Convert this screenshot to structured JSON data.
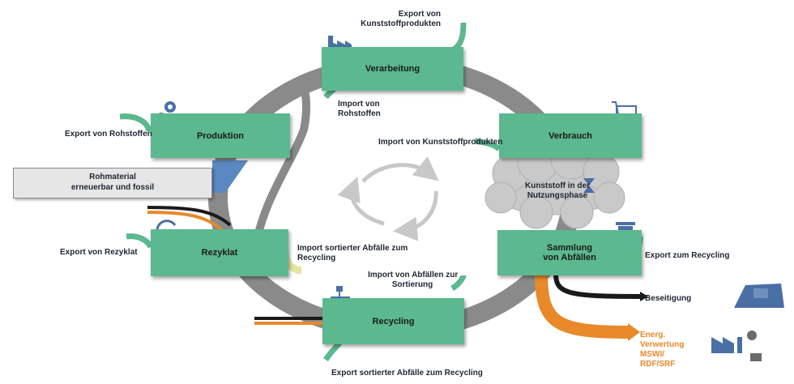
{
  "nodes": {
    "verarbeitung": "Verarbeitung",
    "produktion": "Produktion",
    "verbrauch": "Verbrauch",
    "rezyklat": "Rezyklat",
    "sammlung_line1": "Sammlung",
    "sammlung_line2": "von Abfällen",
    "recycling": "Recycling"
  },
  "raw_material": {
    "line1": "Rohmaterial",
    "line2": "erneuerbar  und fossil"
  },
  "cloud": {
    "line1": "Kunststoff in der",
    "line2": "Nutzungsphase"
  },
  "labels": {
    "export_kunststoffprodukte_line1": "Export von",
    "export_kunststoffprodukte_line2": "Kunststoffprodukten",
    "import_rohstoffe_line1": "Import von",
    "import_rohstoffe_line2": "Rohstoffen",
    "export_rohstoffe": "Export von Rohstoffen",
    "import_kunststoffprodukte": "Import von Kunststoffprodukten",
    "export_rezyklat": "Export von Rezyklat",
    "import_sortierte_line1": "Import sortierter Abfälle zum",
    "import_sortierte_line2": "Recycling",
    "export_zum_recycling": "Export zum Recycling",
    "import_abfaelle_line1": "Import von Abfällen zur",
    "import_abfaelle_line2": "Sortierung",
    "beseitigung": "Beseitigung",
    "energ_line1": "Energ.",
    "energ_line2": "Verwertung",
    "energ_line3": "MSWI/",
    "energ_line4": "RDF/SRF",
    "export_sortierte": "Export sortierter Abfälle zum Recycling"
  },
  "colors": {
    "box_green": "#5cb88e",
    "ring_gray": "#8a8a8a",
    "export_arrow": "#5cb88e",
    "raw_blue": "#5b88c0",
    "icon_blue": "#4a6fa5",
    "energy_orange": "#e8892a",
    "disposal_black": "#1a1a1a"
  },
  "icons": [
    "factory-icon",
    "gears-icon",
    "shopping-cart-icon",
    "hourglass-icon",
    "recycle-icon",
    "trash-bin-icon",
    "sorting-icon",
    "bulldozer-icon",
    "power-plant-icon",
    "cycle-arrows-icon"
  ]
}
